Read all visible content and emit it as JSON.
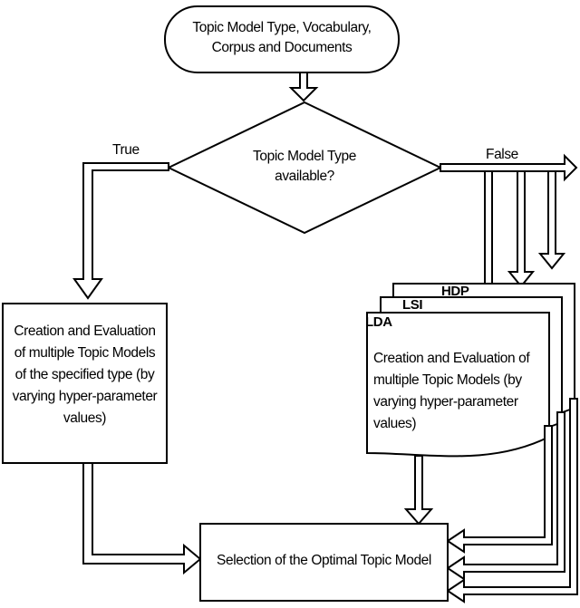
{
  "start_node": {
    "line1": "Topic Model Type, Vocabulary,",
    "line2": "Corpus and Documents"
  },
  "decision": {
    "line1": "Topic Model Type",
    "line2": "available?"
  },
  "branch_true": "True",
  "branch_false": "False",
  "left_box": {
    "lines": [
      "Creation and Evaluation",
      "of multiple Topic Models",
      "of the specified type (by",
      "varying hyper-parameter",
      "values)"
    ]
  },
  "doc_stack": {
    "tab_hdp": "HDP",
    "tab_lsi": "LSI",
    "tab_lda": "LDA",
    "lines": [
      "Creation and Evaluation of",
      "multiple Topic Models (by",
      "varying hyper-parameter",
      "values)"
    ]
  },
  "end_node": "Selection of the Optimal Topic Model"
}
